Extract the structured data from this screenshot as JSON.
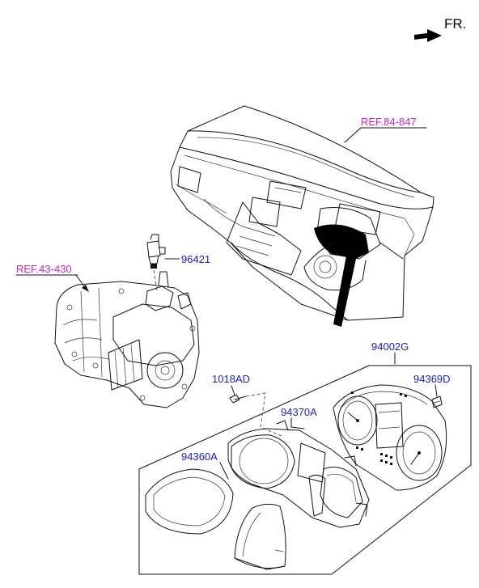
{
  "orientation": {
    "label": "FR."
  },
  "references": {
    "dashboard": "REF.84-847",
    "transmission": "REF.43-430"
  },
  "parts": {
    "sensor": "96421",
    "cluster_assy": "94002G",
    "bulb": "94369D",
    "screw": "1018AD",
    "window_glass": "94370A",
    "mask": "94360A"
  },
  "colors": {
    "part_label": "#1a1ad0",
    "reference_label": "#d21fcf",
    "line": "#111111"
  }
}
